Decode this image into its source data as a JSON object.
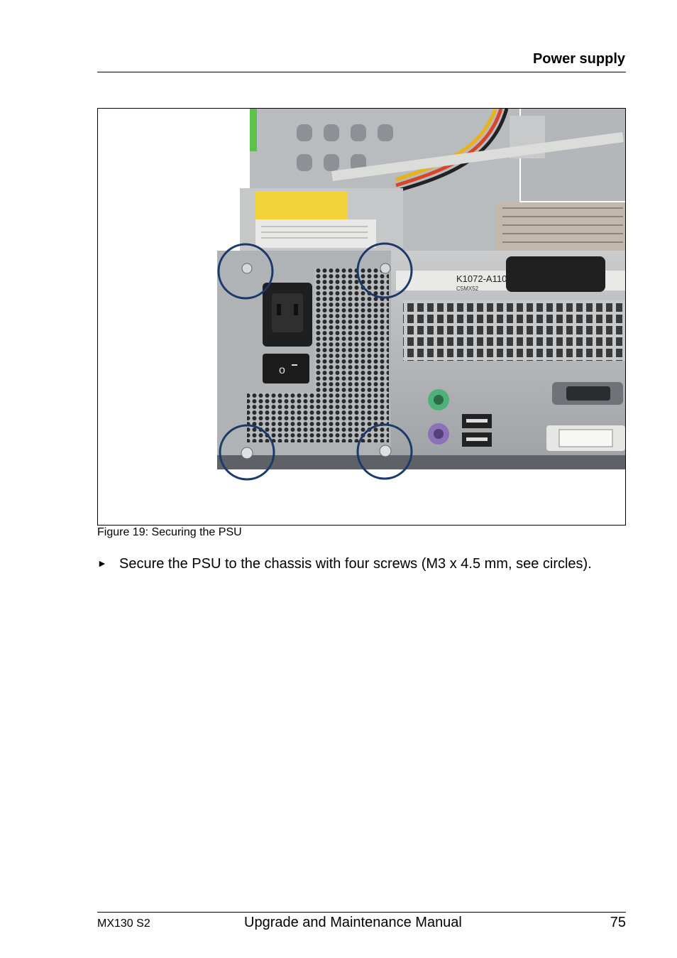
{
  "header": {
    "section_title": "Power supply"
  },
  "figure": {
    "caption": "Figure 19: Securing the PSU",
    "photo_labels": {
      "part_number": "K1072-A110-*-Z-00",
      "board_label": "C5MX52"
    }
  },
  "instruction": {
    "bullet": "►",
    "text": "Secure the PSU to the chassis with four screws (M3 x 4.5 mm, see circles)."
  },
  "footer": {
    "model": "MX130 S2",
    "manual_title": "Upgrade and Maintenance Manual",
    "page_number": "75"
  },
  "colors": {
    "circle_highlight": "#1b3a6b",
    "chassis_gray": "#a9acaf",
    "psu_label_yellow": "#f2d43a"
  }
}
